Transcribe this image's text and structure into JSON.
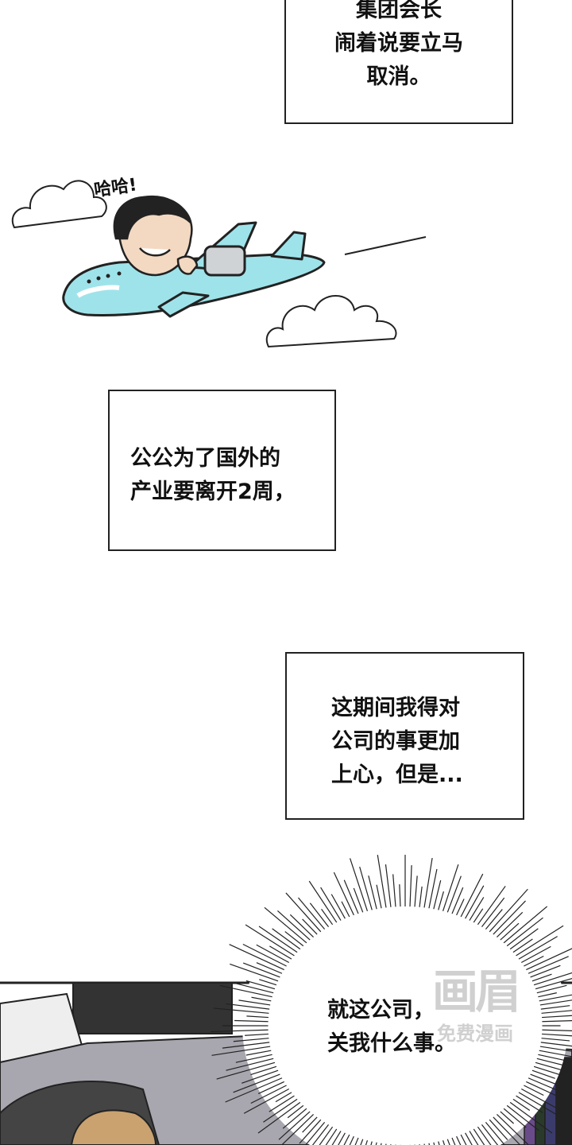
{
  "captions": {
    "box1": [
      "集团会长",
      "闹着说要立马",
      "取消。"
    ],
    "box2": [
      "公公为了国外的",
      "产业要离开2周，"
    ],
    "box3": [
      "这期间我得对",
      "公司的事更加",
      "上心，但是..."
    ]
  },
  "sfx": {
    "laugh": "哈哈!"
  },
  "speech_bubble": [
    "就这公司，",
    "关我什么事。"
  ],
  "watermark": {
    "main": "画眉",
    "sub": "免费漫画"
  },
  "colors": {
    "plane": "#9fe3ea",
    "ink": "#111111",
    "desk": "#a8a6ae"
  }
}
